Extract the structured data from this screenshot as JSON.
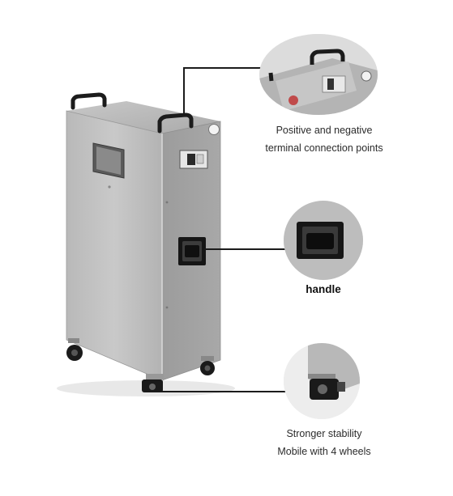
{
  "callouts": [
    {
      "id": "terminals",
      "lines": [
        "Positive and negative",
        "terminal connection points"
      ],
      "bold": false
    },
    {
      "id": "handle",
      "lines": [
        "handle"
      ],
      "bold": true
    },
    {
      "id": "wheels",
      "lines": [
        "Stronger stability",
        "Mobile with 4 wheels"
      ],
      "bold": false
    }
  ]
}
